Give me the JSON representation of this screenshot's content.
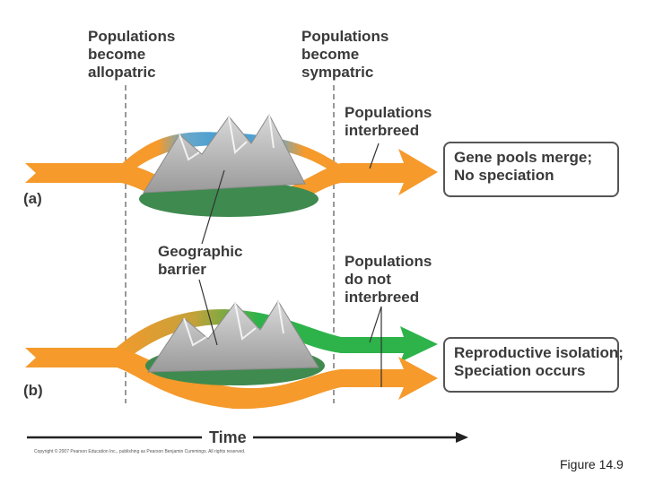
{
  "labels": {
    "allopatric": [
      "Populations",
      "become",
      "allopatric"
    ],
    "sympatric": [
      "Populations",
      "become",
      "sympatric"
    ],
    "interbreed": [
      "Populations",
      "interbreed"
    ],
    "no_interbreed": [
      "Populations",
      "do not",
      "interbreed"
    ],
    "barrier": [
      "Geographic",
      "barrier"
    ],
    "panel_a": "(a)",
    "panel_b": "(b)",
    "time": "Time"
  },
  "boxes": {
    "merge": [
      "Gene pools merge;",
      "No speciation"
    ],
    "isolation": [
      "Reproductive isolation;",
      "Speciation occurs"
    ]
  },
  "copyright": "Copyright © 2007 Pearson Education Inc., publishing as Pearson Benjamin Cummings. All rights reserved.",
  "figure_caption": "Figure 14.9",
  "colors": {
    "orange": "#f59a2b",
    "blue": "#3a9ad9",
    "green": "#2db34a",
    "text": "#3a3a3a"
  }
}
